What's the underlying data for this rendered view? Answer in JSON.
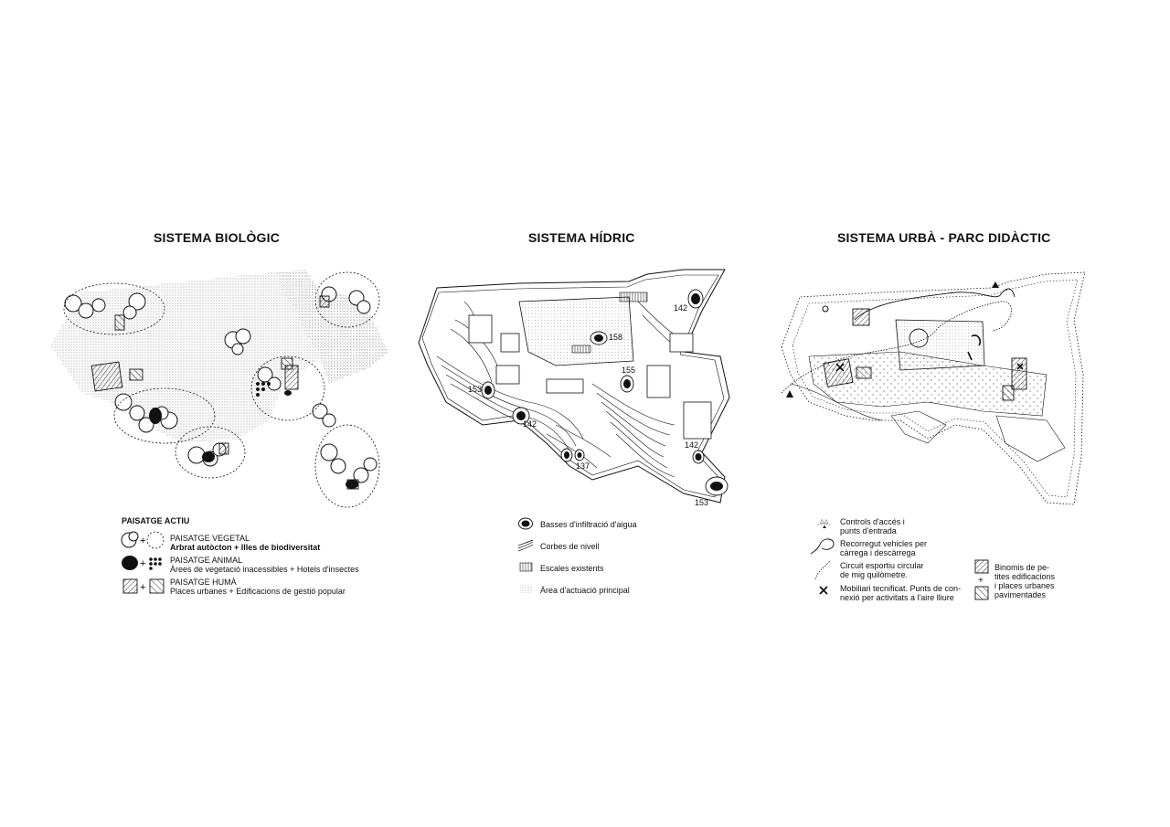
{
  "titles": {
    "bio": "SISTEMA BIOLÒGIC",
    "hidric": "SISTEMA HÍDRIC",
    "urba": "SISTEMA URBÀ - PARC DIDÀCTIC"
  },
  "bio_legend": {
    "heading": "PAISATGE ACTIU",
    "vegetal_title": "PAISATGE VEGETAL",
    "vegetal_desc": "Arbrat autòcton + Illes de biodiversitat",
    "animal_title": "PAISATGE ANIMAL",
    "animal_desc": "Àrees de vegetació inacessibles + Hotels d'insectes",
    "huma_title": "PAISATGE HUMÀ",
    "huma_desc": "Places urbanes + Edificacions de gestió popular"
  },
  "hidric_legend": {
    "basses": "Basses d'infiltració d'aigua",
    "corbes": "Corbes de nivell",
    "escales": "Escales existents",
    "area": "Àrea d'actuació principal"
  },
  "hidric_labels": {
    "l142a": "142",
    "l158": "158",
    "l155": "155",
    "l153a": "153",
    "l142b": "142",
    "l137": "137",
    "l142c": "142",
    "l153b": "153"
  },
  "urba_legend": {
    "controls_1": "Controls d'accés i",
    "controls_2": "punts d'entrada",
    "recorregut_1": "Recorregut vehicles per",
    "recorregut_2": "càrrega i descàrrega",
    "circuit_1": "Circuit esportiu circular",
    "circuit_2": "de mig quilòmetre.",
    "mobiliari_1": "Mobiliari tecnificat. Punts de con-",
    "mobiliari_2": "nexió per activitats a l'aire lliure",
    "binomis_1": "Binomis de pe-",
    "binomis_2": "tites edificacions",
    "binomis_3": "i places urbanes",
    "binomis_4": "pavimentades"
  }
}
